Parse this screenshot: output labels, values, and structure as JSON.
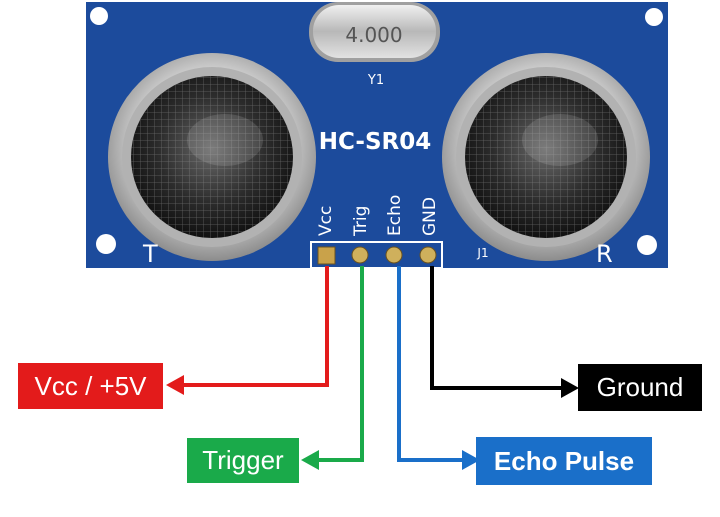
{
  "module": {
    "model": "HC-SR04",
    "crystal_marking": "4.000",
    "crystal_ref": "Y1",
    "connector_ref": "J1",
    "transmitter_mark": "T",
    "receiver_mark": "R",
    "pins": [
      "Vcc",
      "Trig",
      "Echo",
      "GND"
    ],
    "board_color": "#1c4b9c"
  },
  "labels": {
    "vcc": {
      "text": "Vcc / +5V",
      "color": "#e31b1b"
    },
    "trigger": {
      "text": "Trigger",
      "color": "#1aaa4a"
    },
    "echo": {
      "text": "Echo Pulse",
      "color": "#1a6fc9"
    },
    "ground": {
      "text": "Ground",
      "color": "#000000"
    }
  }
}
